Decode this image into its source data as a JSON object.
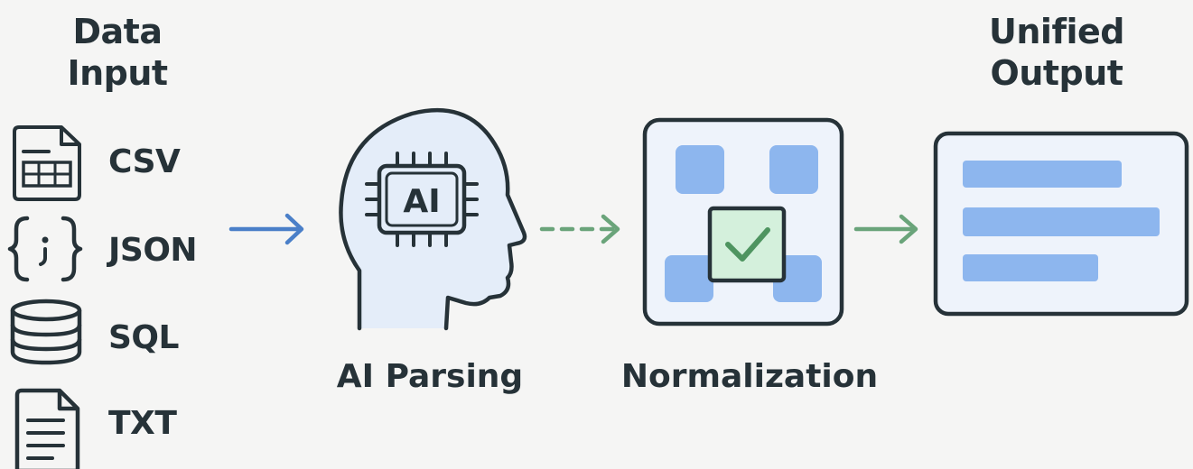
{
  "input": {
    "heading_line1": "Data",
    "heading_line2": "Input",
    "formats": [
      {
        "label": "CSV",
        "icon": "csv-file-icon"
      },
      {
        "label": "JSON",
        "icon": "json-braces-icon"
      },
      {
        "label": "SQL",
        "icon": "database-icon"
      },
      {
        "label": "TXT",
        "icon": "text-file-icon"
      }
    ]
  },
  "stages": {
    "parsing": {
      "label": "AI Parsing",
      "chip_text": "AI"
    },
    "normalization": {
      "label": "Normalization"
    }
  },
  "output": {
    "heading_line1": "Unified",
    "heading_line2": "Output"
  },
  "colors": {
    "blue_arrow": "#4a7fc8",
    "green_arrow": "#6aa47a",
    "outline": "#263238",
    "panel_fill": "#eef3fb",
    "block_blue": "#8db6ee",
    "check_fill": "#d4f0dc",
    "check_stroke": "#4e9460"
  }
}
